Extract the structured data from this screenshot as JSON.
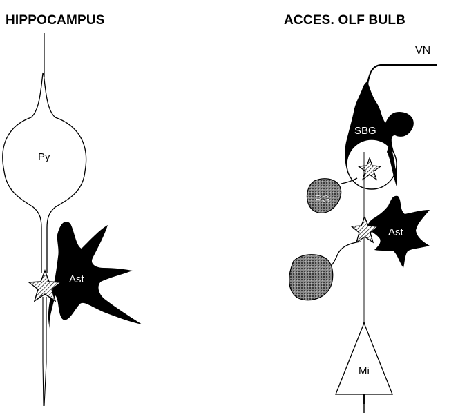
{
  "titles": {
    "left": "HIPPOCAMPUS",
    "right": "ACCES. OLF BULB"
  },
  "labels": {
    "pyramidal": "Py",
    "astrocyte_left": "Ast",
    "vn": "VN",
    "sbg": "SBG",
    "pg": "PG",
    "astrocyte_right": "Ast",
    "mitral": "Mi"
  },
  "colors": {
    "ink": "#000000",
    "background": "#ffffff",
    "stipple": "#777777"
  },
  "icons": {
    "synapse": "hatched-star-icon"
  }
}
